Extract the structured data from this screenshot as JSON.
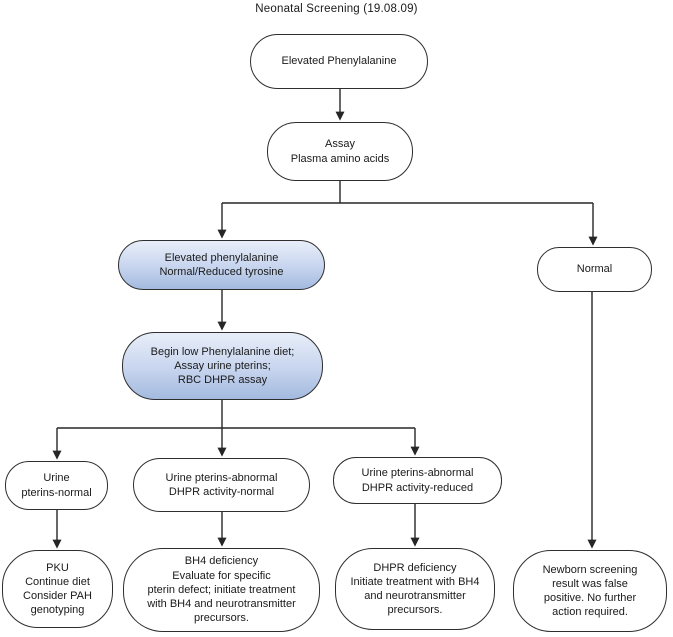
{
  "title": "Neonatal Screening (19.08.09)",
  "colors": {
    "background": "#ffffff",
    "text": "#1a1a1a",
    "line": "#262626",
    "node_border": "#2e2e2e",
    "highlight_top": "#e8eef9",
    "highlight_mid": "#c9d6ef",
    "highlight_bottom": "#a3badf"
  },
  "nodes": {
    "elevated_phenylalanine": {
      "label": "Elevated Phenylalanine",
      "highlighted": false
    },
    "assay": {
      "label": "Assay\nPlasma amino acids",
      "highlighted": false
    },
    "elevated_phe_tyrosine": {
      "label": "Elevated phenylalanine\nNormal/Reduced tyrosine",
      "highlighted": true
    },
    "normal": {
      "label": "Normal",
      "highlighted": false
    },
    "begin_diet": {
      "label": "Begin low Phenylalanine diet;\nAssay urine pterins;\nRBC DHPR assay",
      "highlighted": true
    },
    "urine_pterins_normal": {
      "label": "Urine\npterins-normal",
      "highlighted": false
    },
    "urine_abnormal_dhpr_normal": {
      "label": "Urine pterins-abnormal\nDHPR activity-normal",
      "highlighted": false
    },
    "urine_abnormal_dhpr_reduced": {
      "label": "Urine pterins-abnormal\nDHPR activity-reduced",
      "highlighted": false
    },
    "pku": {
      "label": "PKU\nContinue diet\nConsider PAH\ngenotyping",
      "highlighted": false
    },
    "bh4_deficiency": {
      "label": "BH4 deficiency\nEvaluate for specific\npterin defect; initiate treatment\nwith BH4 and neurotransmitter\nprecursors.",
      "highlighted": false
    },
    "dhpr_deficiency": {
      "label": "DHPR deficiency\nInitiate treatment with BH4\nand neurotransmitter\nprecursors.",
      "highlighted": false
    },
    "newborn_false_positive": {
      "label": "Newborn screening\nresult was false\npositive. No further\naction required.",
      "highlighted": false
    }
  },
  "edges": [
    {
      "from": "elevated_phenylalanine",
      "to": "assay"
    },
    {
      "from": "assay",
      "to": "elevated_phe_tyrosine"
    },
    {
      "from": "assay",
      "to": "normal"
    },
    {
      "from": "elevated_phe_tyrosine",
      "to": "begin_diet"
    },
    {
      "from": "begin_diet",
      "to": "urine_pterins_normal"
    },
    {
      "from": "begin_diet",
      "to": "urine_abnormal_dhpr_normal"
    },
    {
      "from": "begin_diet",
      "to": "urine_abnormal_dhpr_reduced"
    },
    {
      "from": "urine_pterins_normal",
      "to": "pku"
    },
    {
      "from": "urine_abnormal_dhpr_normal",
      "to": "bh4_deficiency"
    },
    {
      "from": "urine_abnormal_dhpr_reduced",
      "to": "dhpr_deficiency"
    },
    {
      "from": "normal",
      "to": "newborn_false_positive"
    }
  ]
}
